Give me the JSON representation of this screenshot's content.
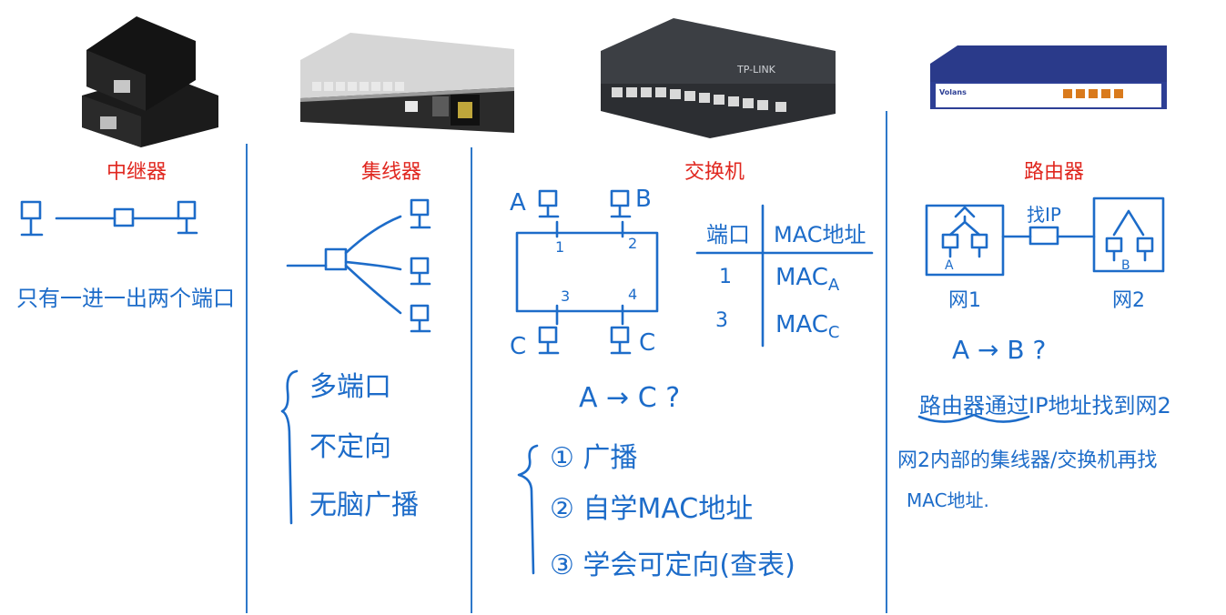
{
  "colors": {
    "title": "#e0271f",
    "ink": "#1d6cc9",
    "divider": "#2e78c9"
  },
  "sections": {
    "repeater": {
      "title": "中继器",
      "note": "只有一进一出两个端口"
    },
    "hub": {
      "title": "集线器",
      "features": [
        "多端口",
        "不定向",
        "无脑广播"
      ]
    },
    "switch": {
      "title": "交换机",
      "node_labels": {
        "a": "A",
        "b": "B",
        "c1": "C",
        "c2": "C"
      },
      "port_numbers": [
        "1",
        "2",
        "3",
        "4"
      ],
      "table": {
        "headers": [
          "端口",
          "MAC地址"
        ],
        "rows": [
          [
            "1",
            "MAC",
            "A"
          ],
          [
            "3",
            "MAC",
            "C"
          ]
        ]
      },
      "question": "A → C ?",
      "steps": [
        "① 广播",
        "② 自学MAC地址",
        "③ 学会可定向(查表)"
      ]
    },
    "router": {
      "title": "路由器",
      "link_label": "找IP",
      "net1_label": "网1",
      "net2_label": "网2",
      "host_a": "A",
      "host_b": "B",
      "question": "A → B ?",
      "explanation_line1": "路由器通过IP地址找到网2",
      "explanation_line2": "网2内部的集线器/交换机再找",
      "explanation_line3": "MAC地址."
    }
  },
  "icons": [
    "poe-extender-photo",
    "hub-photo",
    "tplink-switch-photo",
    "router-photo"
  ],
  "device_text": {
    "switch_brand": "TP-LINK",
    "router_brand": "Volans"
  }
}
